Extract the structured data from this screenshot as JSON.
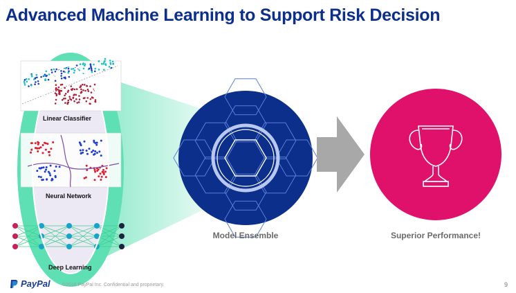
{
  "slide": {
    "title": "Advanced Machine Learning to Support Risk Decision",
    "page_number": "9"
  },
  "models": {
    "linear_classifier": "Linear Classifier",
    "neural_network": "Neural Network",
    "deep_learning": "Deep Learning"
  },
  "ensemble": {
    "caption": "Model Ensemble"
  },
  "performance": {
    "caption": "Superior Performance!"
  },
  "footer": {
    "logo_text": "PayPal",
    "copyright": "©2016 PayPal Inc. Confidential and proprietary."
  },
  "colors": {
    "title": "#0d2f8c",
    "ensemble_circle": "#0b2f8a",
    "performance_circle": "#e0116b",
    "ring": "#5fe0b4",
    "arrow": "#a8a8a8"
  },
  "icons": [
    "hexagon-ring-icon",
    "trophy-icon",
    "arrow-right-icon",
    "paypal-logo-icon"
  ]
}
